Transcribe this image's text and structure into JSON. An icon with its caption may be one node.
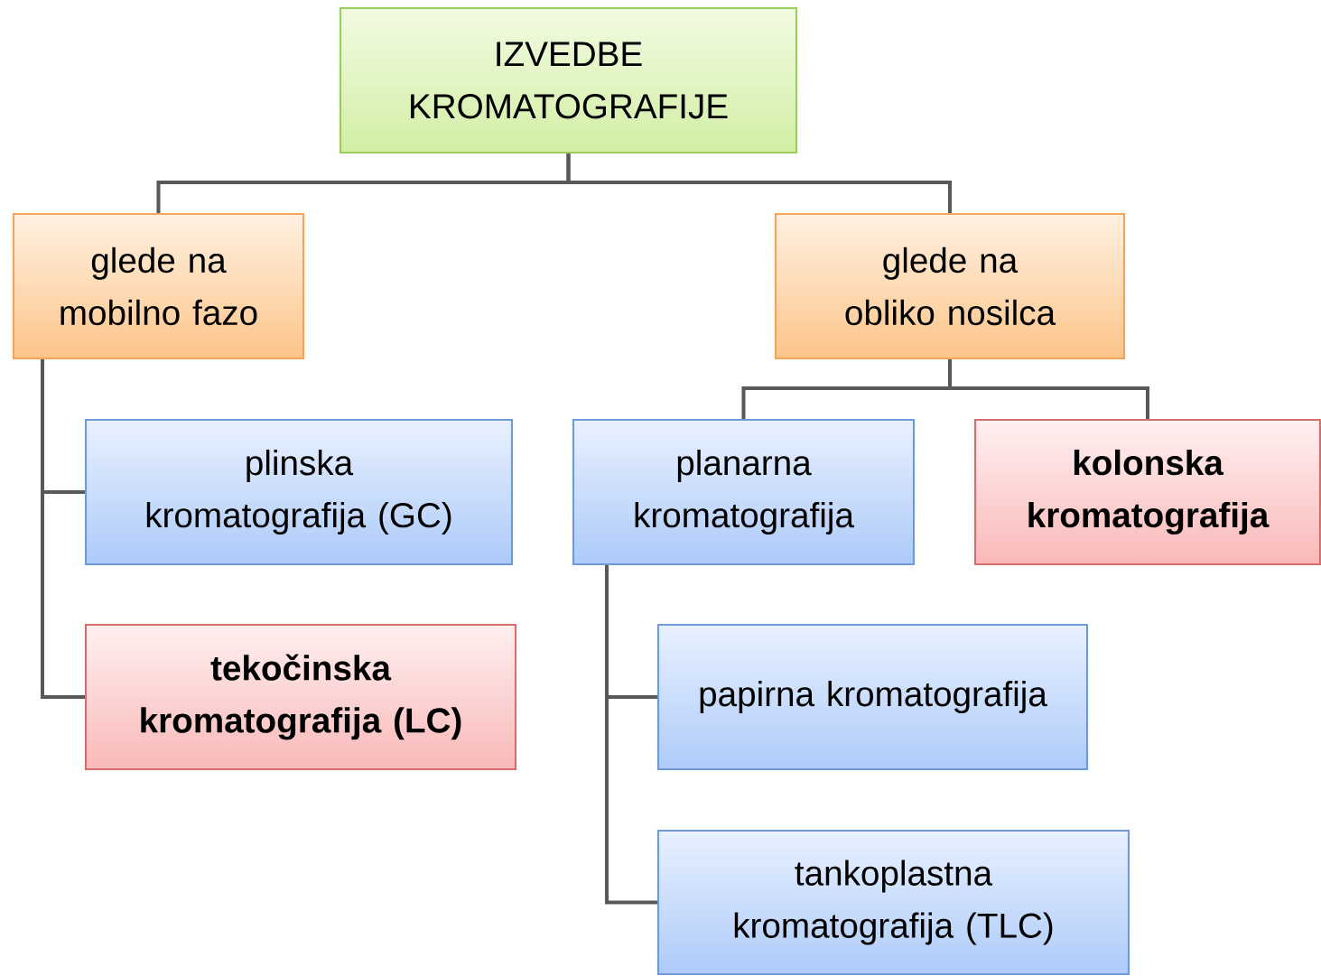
{
  "diagram": {
    "nodes": [
      {
        "text": [
          "IZVEDBE KROMATOGRAFIJE"
        ]
      },
      {
        "text": [
          "glede na mobilno fazo"
        ]
      },
      {
        "text": [
          "glede na obliko nosilca"
        ]
      },
      {
        "text": [
          "plinska kromatografija (GC)"
        ]
      },
      {
        "text": [
          "tekočinska kromatografija (LC)"
        ]
      },
      {
        "text": [
          "planarna kromatografija"
        ]
      },
      {
        "text": [
          "kolonska kromatografija"
        ]
      },
      {
        "text": [
          "papirna kromatografija"
        ]
      },
      {
        "text": [
          "tankoplastna kromatografija (TLC)"
        ]
      }
    ],
    "edges": [
      {
        "from": 0,
        "to": 1,
        "arrow": "none"
      },
      {
        "from": 0,
        "to": 2,
        "arrow": "none"
      },
      {
        "from": 1,
        "to": 3,
        "arrow": "none"
      },
      {
        "from": 1,
        "to": 4,
        "arrow": "none"
      },
      {
        "from": 2,
        "to": 5,
        "arrow": "none"
      },
      {
        "from": 2,
        "to": 6,
        "arrow": "none"
      },
      {
        "from": 5,
        "to": 7,
        "arrow": "none"
      },
      {
        "from": 5,
        "to": 8,
        "arrow": "none"
      }
    ]
  }
}
